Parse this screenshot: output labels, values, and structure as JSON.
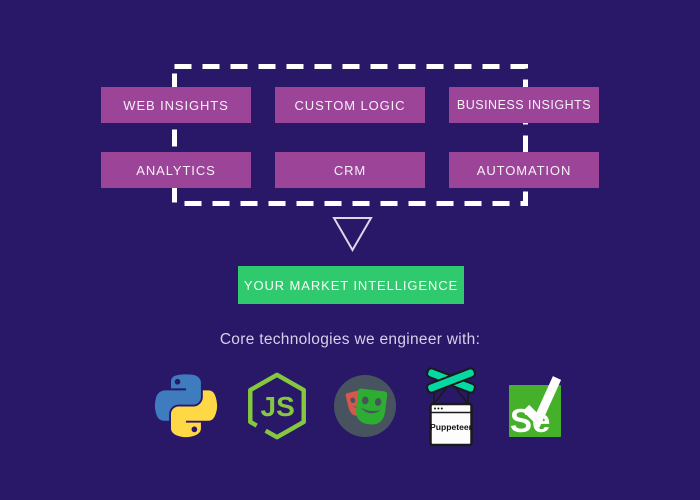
{
  "diagram": {
    "capability_boxes": [
      {
        "label": "WEB INSIGHTS"
      },
      {
        "label": "CUSTOM LOGIC"
      },
      {
        "label": "BUSINESS INSIGHTS"
      },
      {
        "label": "ANALYTICS"
      },
      {
        "label": "CRM"
      },
      {
        "label": "AUTOMATION"
      }
    ],
    "result_button_label": "YOUR MARKET INTELLIGENCE",
    "tech_heading": "Core technologies we engineer with:",
    "logos": [
      {
        "name": "python-logo"
      },
      {
        "name": "nodejs-logo",
        "text": "JS"
      },
      {
        "name": "playwright-logo"
      },
      {
        "name": "puppeteer-logo",
        "text": "Puppeteer"
      },
      {
        "name": "selenium-logo",
        "text": "Se"
      }
    ],
    "colors": {
      "background": "#291767",
      "capability_box": "#9c4598",
      "result_button": "#2fca6e",
      "dashed_border": "#ffffff",
      "box_text": "#f4f0f8",
      "heading_text": "#d6d1ea",
      "python_blue": "#3f7cbf",
      "python_yellow": "#ffd845",
      "nodejs_green": "#85c83e",
      "playwright_circle": "#47545f",
      "playwright_green": "#2ead33",
      "playwright_red": "#d8574c",
      "puppeteer_teal": "#05d8a5",
      "selenium_green": "#45b029"
    }
  }
}
